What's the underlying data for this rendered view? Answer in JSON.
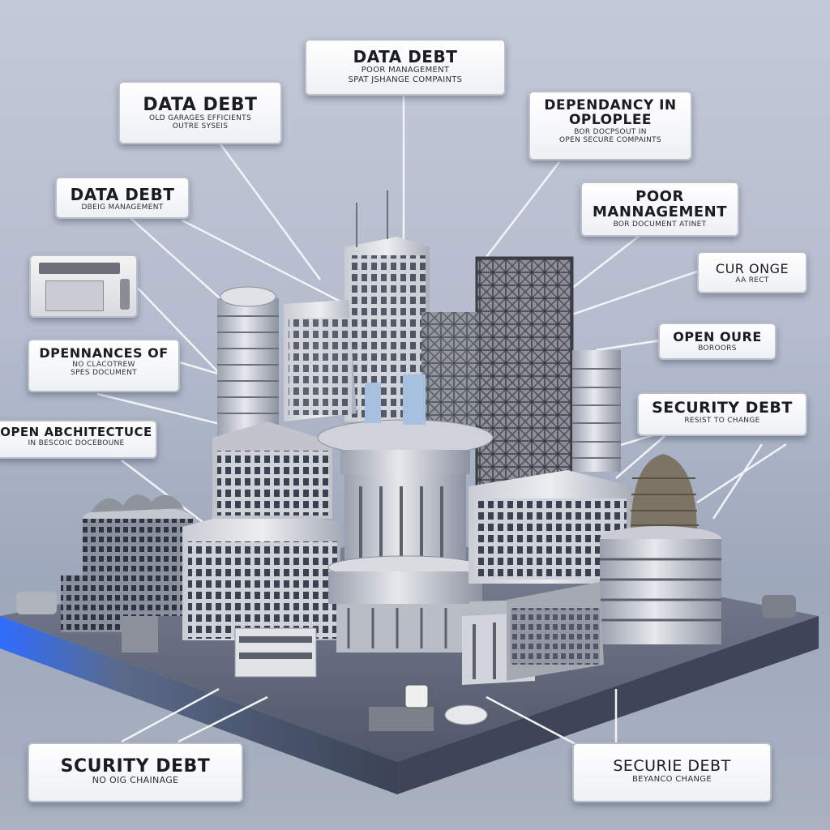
{
  "labels": {
    "data_debt_top": {
      "title": "DATA DEBT",
      "sub1": "POOR MANAGEMENT",
      "sub2": "SPAT JSHANGE COMPAINTS"
    },
    "data_debt_left": {
      "title": "DATA DEBT",
      "sub1": "OLD GARAGES EFFICIENTS",
      "sub2": "OUTRE SYSEIS"
    },
    "dependancy": {
      "title1": "DEPENDANCY IN",
      "title2": "OPLOPLEE",
      "sub1": "BOR DOCPSOUT IN",
      "sub2": "OPEN SECURE COMPAINTS"
    },
    "data_debt_small": {
      "title": "DATA DEBT",
      "sub1": "DBEIG MANAGEMENT"
    },
    "poor_management": {
      "title1": "POOR",
      "title2": "MANNAGEMENT",
      "sub1": "BOR DOCUMENT ATINET"
    },
    "cur_onge": {
      "title": "CUR ONGE",
      "sub1": "AA RECT"
    },
    "dependences": {
      "title": "DPENNANCES OF",
      "sub1": "NO CLACOTREW",
      "sub2": "SPES DOCUMENT"
    },
    "open_oure": {
      "title": "OPEN OURE",
      "sub1": "BOROORS"
    },
    "security_debt_right": {
      "title": "SECURITY DEBT",
      "sub1": "RESIST TO CHANGE"
    },
    "open_architecture": {
      "title": "OPEN ABCHITECTUCE",
      "sub1": "IN BESCOIC DOCEBOUNE"
    },
    "scurity_debt": {
      "title": "SCURITY DEBT",
      "sub1": "NO OIG CHAINAGE"
    },
    "secure_debt": {
      "title": "SECURIE DEBT",
      "sub1": "BEYANCO CHANGE"
    }
  },
  "colors": {
    "background": "#b4bccd",
    "platform": "#5b6577",
    "platform_edge": "#2f5fc9",
    "building_light": "#d7d9de",
    "building_dark": "#7e8594",
    "window": "#3b4150"
  }
}
